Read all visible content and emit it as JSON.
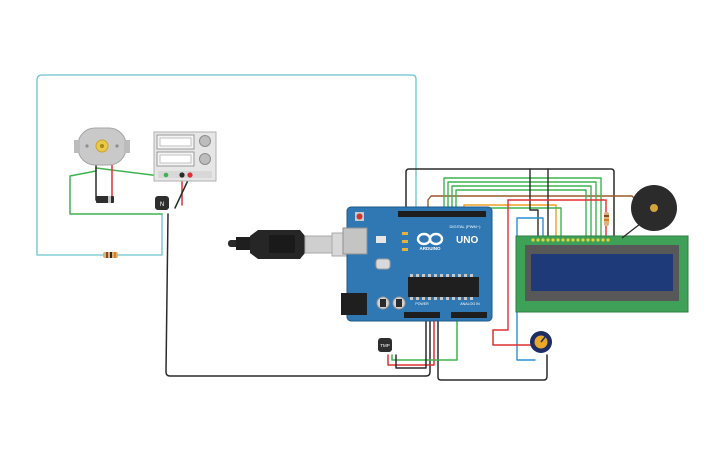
{
  "arduino": {
    "brand": "ARDUINO",
    "model": "UNO",
    "digital_label": "DIGITAL (PWM~)",
    "power_label": "POWER",
    "analog_label": "ANALOG IN",
    "chip_label": "",
    "colors": {
      "board": "#2f78b3",
      "dark": "#1c5a8a"
    }
  },
  "transistor": {
    "label": "N"
  },
  "temp_sensor": {
    "label": "TMP"
  },
  "wire_colors": {
    "teal": "#6ac4cc",
    "black": "#2b2b2b",
    "green": "#3fb34f",
    "red": "#e0302e",
    "orange": "#f0a020",
    "brown": "#9b5a2a",
    "blue": "#2a8fd6"
  },
  "components": [
    "dc-motor",
    "power-supply",
    "diode",
    "npn-transistor",
    "resistor",
    "arduino-uno",
    "usb-cable",
    "lcd-16x2",
    "piezo-buzzer",
    "potentiometer",
    "tmp-sensor"
  ]
}
